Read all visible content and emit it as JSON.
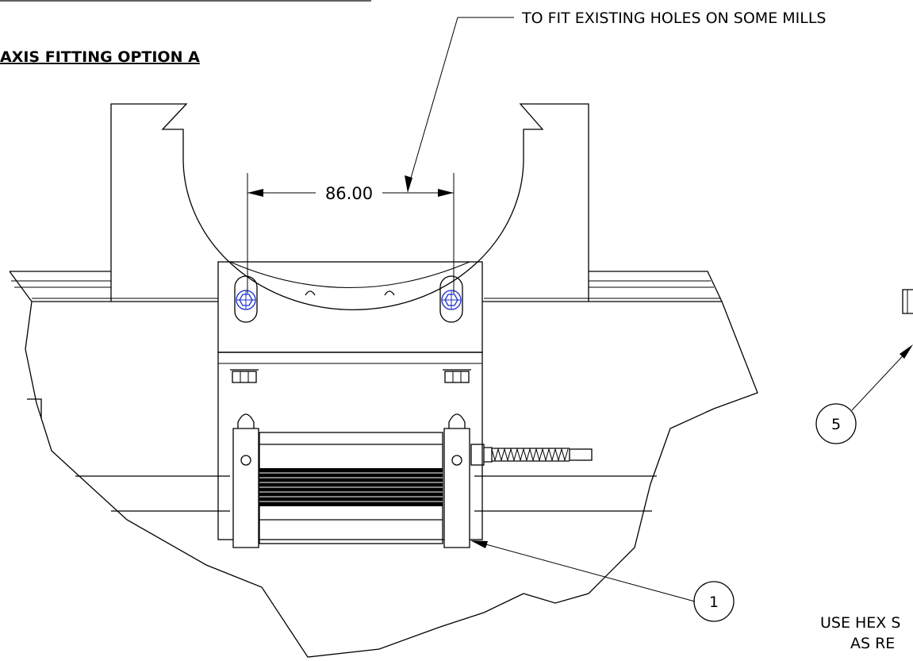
{
  "drawing": {
    "title": "AXIS FITTING OPTION A",
    "note_top": "TO FIT EXISTING HOLES ON SOME MILLS",
    "dimension": "86.00",
    "balloons": [
      "1",
      "5"
    ],
    "note_bottom_line1": "USE HEX S",
    "note_bottom_line2": "AS RE"
  }
}
